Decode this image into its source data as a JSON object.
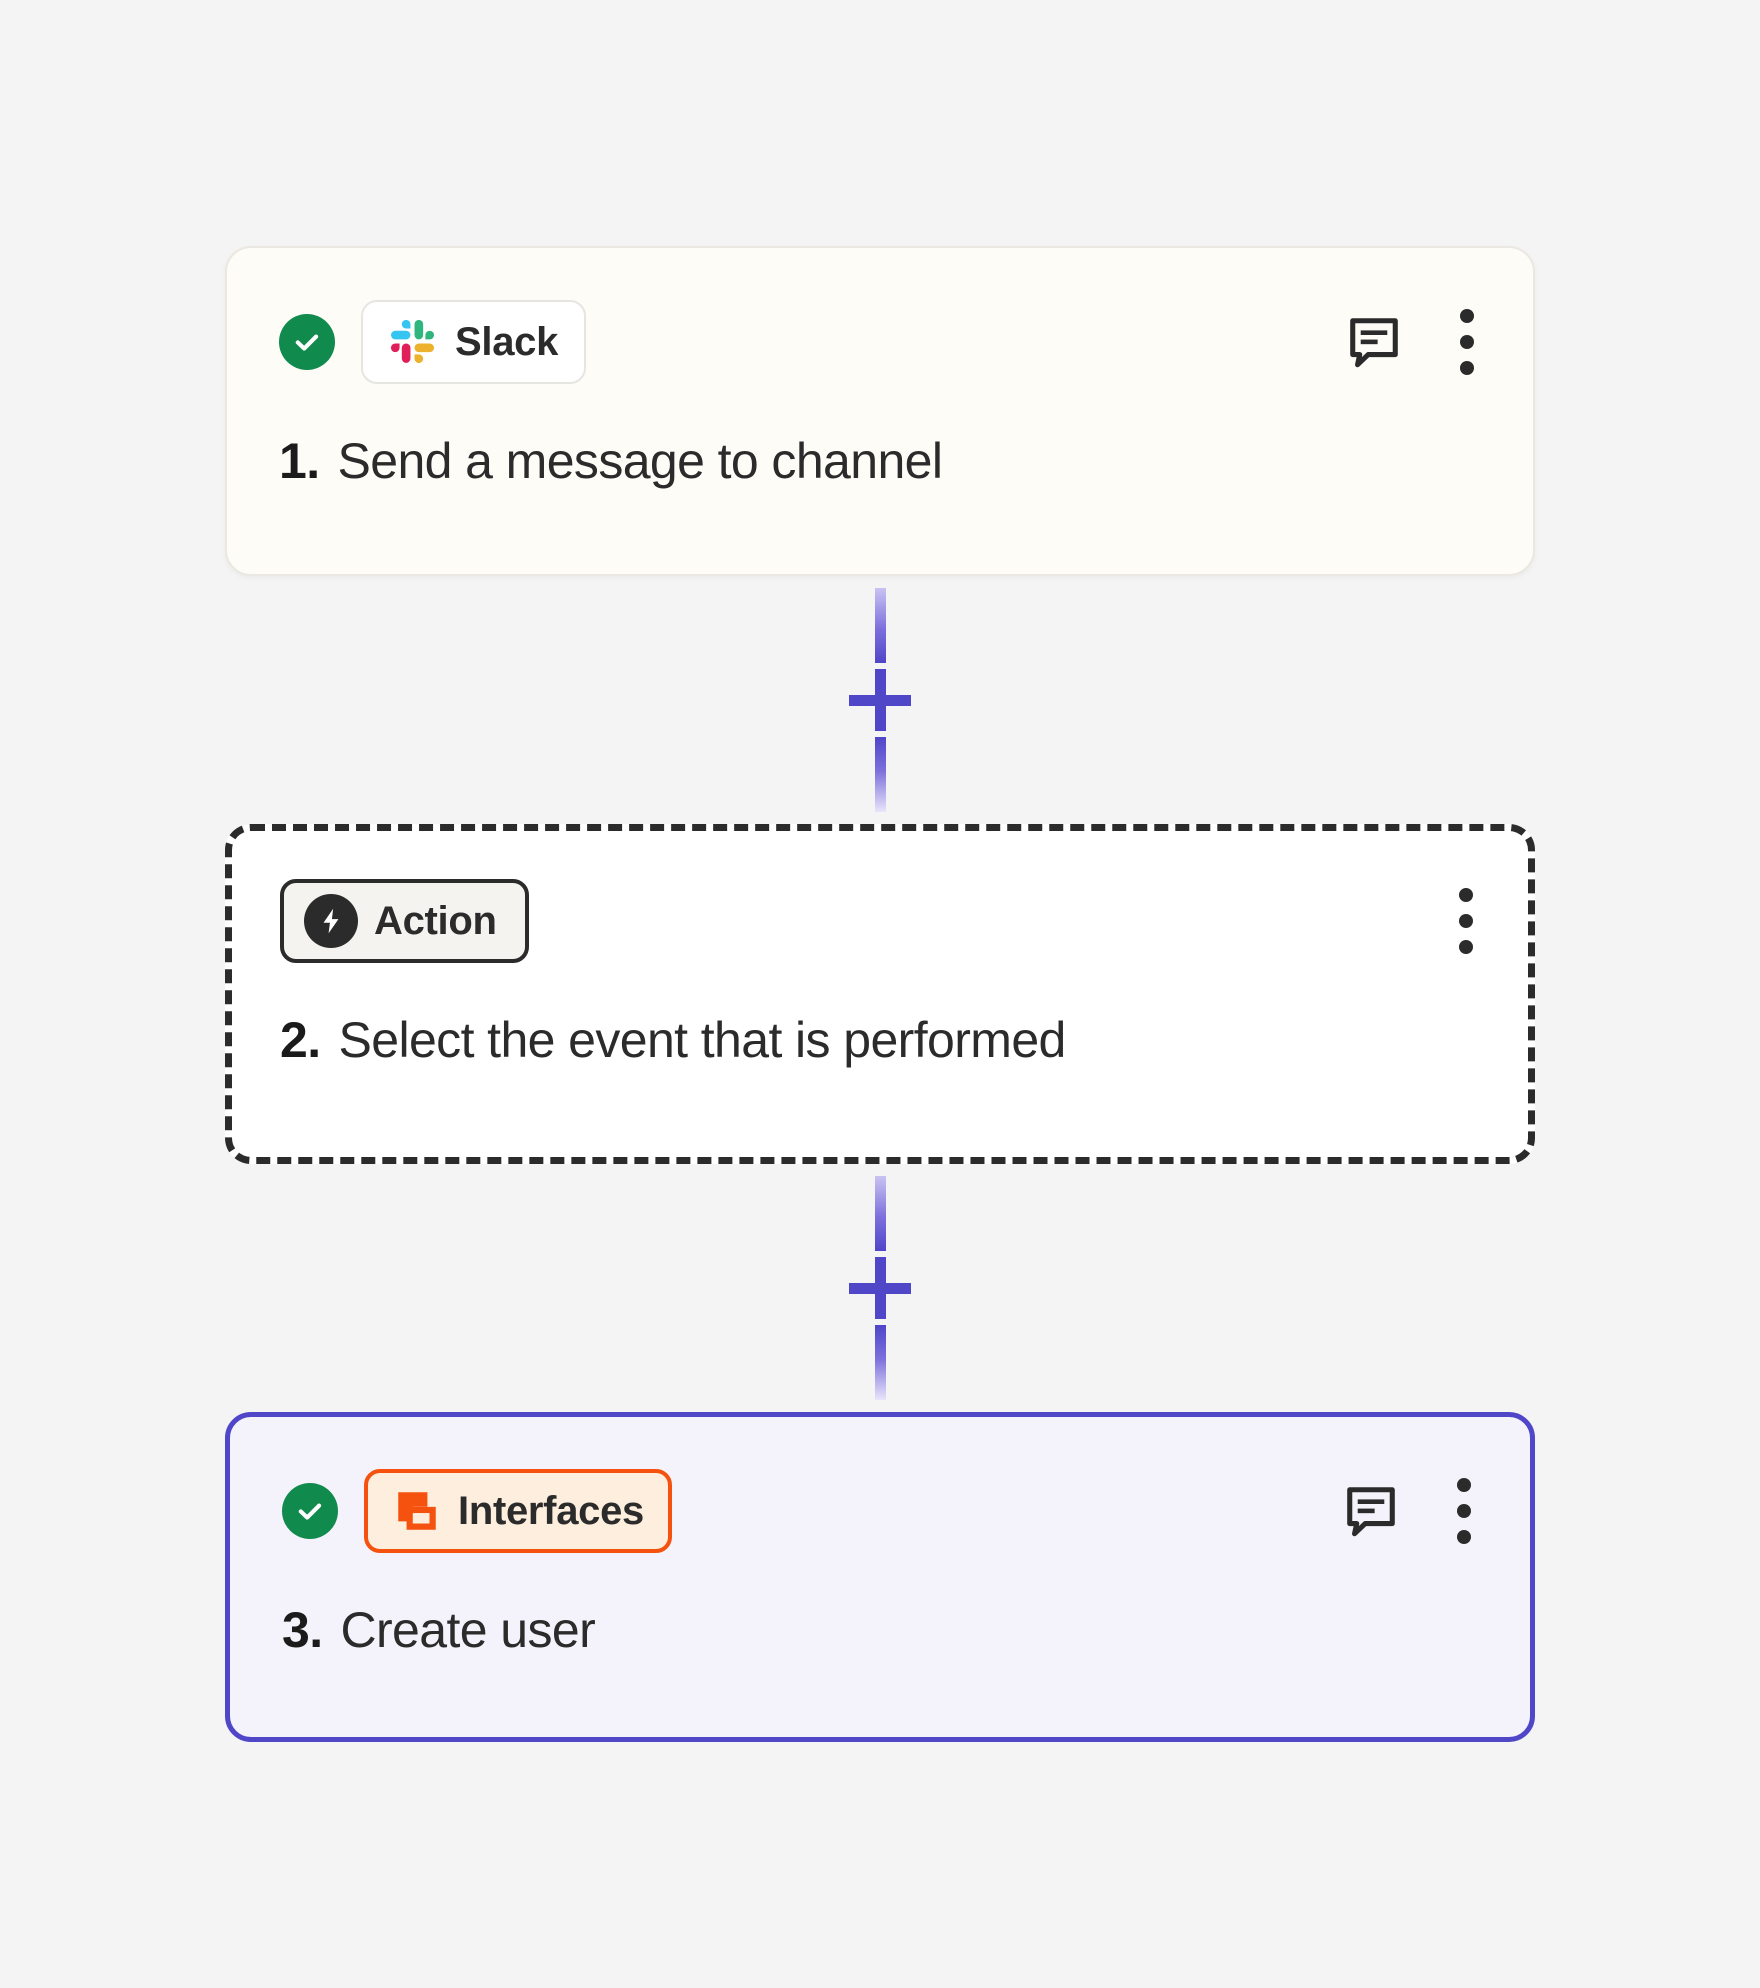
{
  "theme": {
    "page_background": "#F4F4F5",
    "accent_purple": "#4F46C8",
    "status_green": "#118A4E",
    "interfaces_orange": "#F4520E",
    "trigger_card_background": "#FDFCF7",
    "selected_card_background": "#F4F3FB"
  },
  "workflow": {
    "steps": [
      {
        "id": "step-1",
        "state": "complete",
        "card_style": "trigger",
        "status_icon": "check-circle-icon",
        "app": {
          "name": "Slack",
          "icon": "slack-logo-icon"
        },
        "step_number": "1.",
        "title": "Send a message to channel",
        "actions": [
          {
            "name": "comment-icon",
            "label": "Comment"
          },
          {
            "name": "more-options-icon",
            "label": "More options"
          }
        ]
      },
      {
        "id": "step-2",
        "state": "empty",
        "card_style": "placeholder-dashed",
        "status_icon": null,
        "app": {
          "name": "Action",
          "icon": "lightning-bolt-icon"
        },
        "step_number": "2.",
        "title": "Select the event that is performed",
        "actions": [
          {
            "name": "more-options-icon",
            "label": "More options"
          }
        ]
      },
      {
        "id": "step-3",
        "state": "complete",
        "card_style": "selected",
        "status_icon": "check-circle-icon",
        "app": {
          "name": "Interfaces",
          "icon": "interfaces-logo-icon"
        },
        "step_number": "3.",
        "title": "Create user",
        "actions": [
          {
            "name": "comment-icon",
            "label": "Comment"
          },
          {
            "name": "more-options-icon",
            "label": "More options"
          }
        ]
      }
    ],
    "connectors": [
      {
        "id": "connector-1-2",
        "add_step_label": "+"
      },
      {
        "id": "connector-2-3",
        "add_step_label": "+"
      }
    ]
  }
}
